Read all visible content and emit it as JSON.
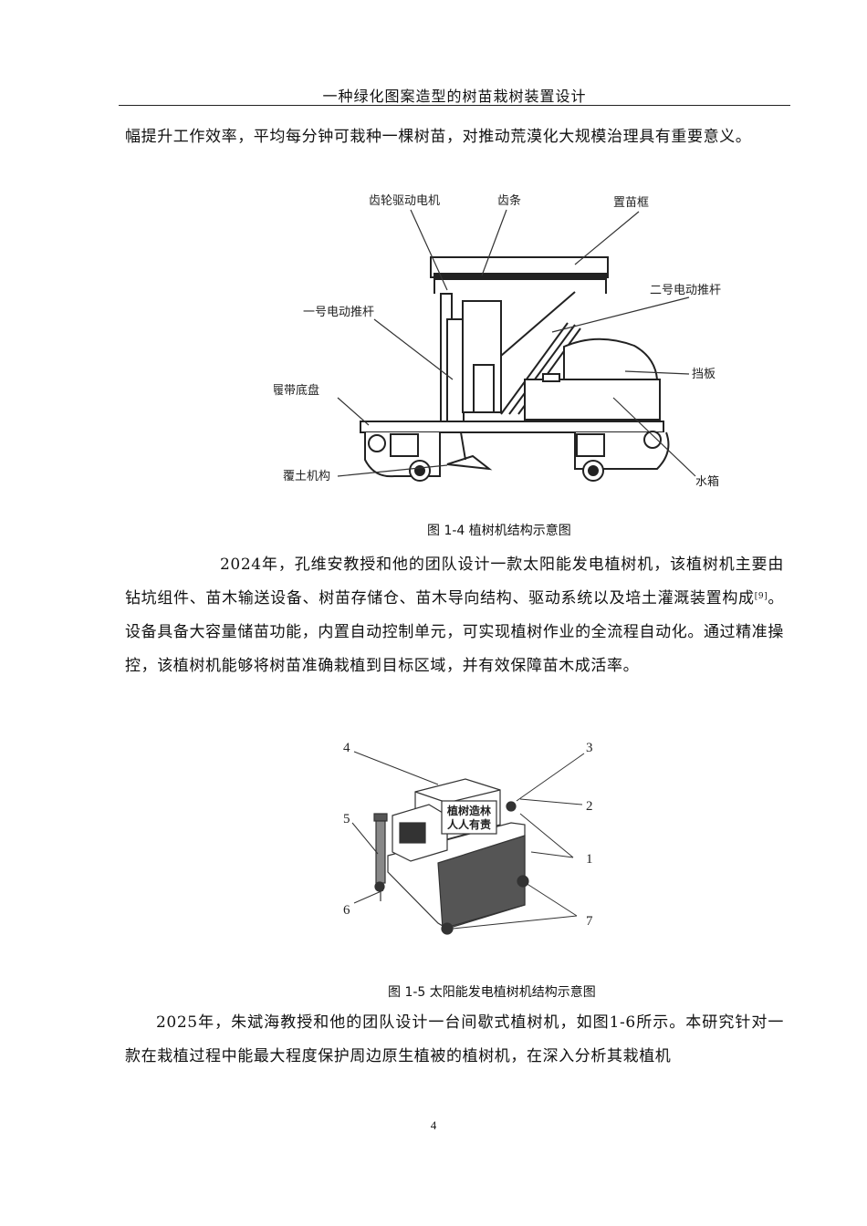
{
  "header": {
    "title": "一种绿化图案造型的树苗栽树装置设计"
  },
  "paragraphs": {
    "p1": "幅提升工作效率，平均每分钟可栽种一棵树苗，对推动荒漠化大规模治理具有重要意义。",
    "p2_text": "2024年，孔维安教授和他的团队设计一款太阳能发电植树机，该植树机主要由钻坑组件、苗木输送设备、树苗存储仓、苗木导向结构、驱动系统以及培土灌溉装置构成",
    "p2_cite": "[9]",
    "p2_tail": "。设备具备大容量储苗功能，内置自动控制单元，可实现植树作业的全流程自动化。通过精准操控，该植树机能够将树苗准确栽植到目标区域，并有效保障苗木成活率。",
    "p3": "2025年，朱斌海教授和他的团队设计一台间歇式植树机，如图1-6所示。本研究针对一款在栽植过程中能最大程度保护周边原生植被的植树机，在深入分析其栽植机"
  },
  "figure1": {
    "caption": "图 1-4 植树机结构示意图",
    "labels": {
      "gear_motor": "齿轮驱动电机",
      "rack": "齿条",
      "seedling_frame": "置苗框",
      "actuator_two": "二号电动推杆",
      "actuator_one": "一号电动推杆",
      "baffle": "挡板",
      "track_chassis": "履带底盘",
      "soil_cover": "覆土机构",
      "water_tank": "水箱"
    }
  },
  "figure2": {
    "caption": "图 1-5 太阳能发电植树机结构示意图",
    "banner": {
      "line1": "植树造林",
      "line2": "人人有责"
    },
    "numbers": {
      "n1": "1",
      "n2": "2",
      "n3": "3",
      "n4": "4",
      "n5": "5",
      "n6": "6",
      "n7": "7"
    }
  },
  "footer": {
    "page_number": "4"
  }
}
